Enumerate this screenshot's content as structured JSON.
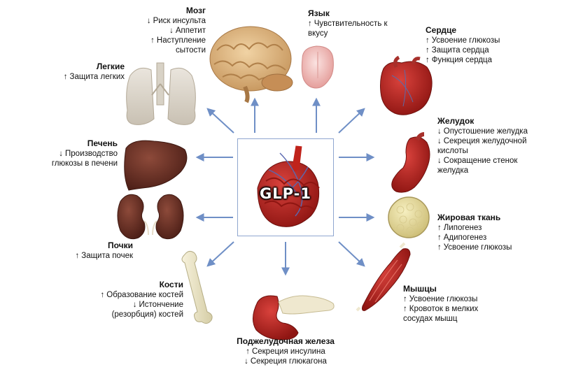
{
  "center": {
    "title": "GLP-1"
  },
  "colors": {
    "arrow": "#6f8fc6",
    "box_border": "#8fa6cf"
  },
  "organs": [
    {
      "id": "brain",
      "title": "Мозг",
      "effects": [
        {
          "arrow": "↓",
          "text": "Риск инсульта"
        },
        {
          "arrow": "↓",
          "text": "Аппетит"
        },
        {
          "arrow": "↑",
          "text": "Наступление сытости"
        }
      ]
    },
    {
      "id": "tongue",
      "title": "Язык",
      "effects": [
        {
          "arrow": "↑",
          "text": "Чувствительность к вкусу"
        }
      ]
    },
    {
      "id": "heart",
      "title": "Сердце",
      "effects": [
        {
          "arrow": "↑",
          "text": "Усвоение глюкозы"
        },
        {
          "arrow": "↑",
          "text": "Защита сердца"
        },
        {
          "arrow": "↑",
          "text": "Функция сердца"
        }
      ]
    },
    {
      "id": "lungs",
      "title": "Легкие",
      "effects": [
        {
          "arrow": "↑",
          "text": "Защита легких"
        }
      ]
    },
    {
      "id": "liver",
      "title": "Печень",
      "effects": [
        {
          "arrow": "↓",
          "text": "Производство глюкозы в печени"
        }
      ]
    },
    {
      "id": "stomach",
      "title": "Желудок",
      "effects": [
        {
          "arrow": "↓",
          "text": "Опустошение желудка"
        },
        {
          "arrow": "↓",
          "text": "Секреция желудочной кислоты"
        },
        {
          "arrow": "↓",
          "text": "Сокращение стенок желудка"
        }
      ]
    },
    {
      "id": "kidneys",
      "title": "Почки",
      "effects": [
        {
          "arrow": "↑",
          "text": "Защита почек"
        }
      ]
    },
    {
      "id": "fat",
      "title": "Жировая ткань",
      "effects": [
        {
          "arrow": "↑",
          "text": "Липогенез"
        },
        {
          "arrow": "↑",
          "text": "Адипогенез"
        },
        {
          "arrow": "↑",
          "text": "Усвоение глюкозы"
        }
      ]
    },
    {
      "id": "bones",
      "title": "Кости",
      "effects": [
        {
          "arrow": "↑",
          "text": "Образование костей"
        },
        {
          "arrow": "↓",
          "text": "Истончение (резорбция) костей"
        }
      ]
    },
    {
      "id": "muscles",
      "title": "Мышцы",
      "effects": [
        {
          "arrow": "↑",
          "text": "Усвоение глюкозы"
        },
        {
          "arrow": "↑",
          "text": "Кровоток в мелких сосудах мышц"
        }
      ]
    },
    {
      "id": "pancreas",
      "title": "Поджелудочная железа",
      "effects": [
        {
          "arrow": "↑",
          "text": "Секреция инсулина"
        },
        {
          "arrow": "↓",
          "text": "Секреция глюкагона"
        }
      ]
    }
  ]
}
